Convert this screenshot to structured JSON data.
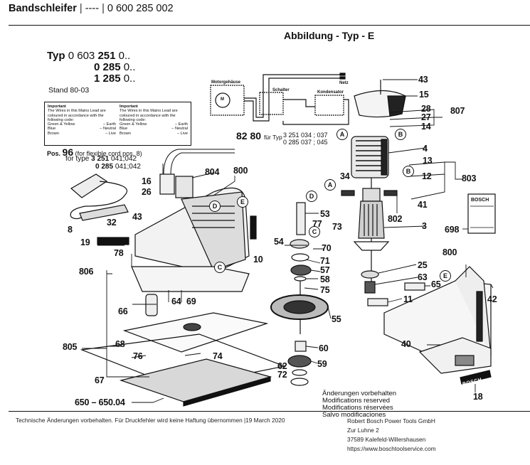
{
  "header": {
    "product_name": "Bandschleifer",
    "separator1": " | ",
    "variant": "----",
    "separator2": " | ",
    "part_number": "0 600 285 002"
  },
  "figure": {
    "title": "Abbildung - Typ - E"
  },
  "type_block": {
    "label": "Typ",
    "rows": [
      {
        "prefix": "0 603",
        "bold": "251",
        "suffix": "0.."
      },
      {
        "prefix": "",
        "bold": "0 285",
        "suffix": "0.."
      },
      {
        "prefix": "",
        "bold": "1 285",
        "suffix": "0.."
      }
    ],
    "stand": "Stand 80-03"
  },
  "important_box": {
    "columns": [
      {
        "title": "Important",
        "text": "The Wires in this Mains Lead are coloured in accordance with the following code:",
        "codes": [
          {
            "color": "Green & Yellow",
            "meaning": "– Earth"
          },
          {
            "color": "Blue",
            "meaning": "– Neutral"
          },
          {
            "color": "Brown",
            "meaning": "– Live"
          }
        ]
      },
      {
        "title": "Important",
        "text": "The Wires in this Mains Lead are coloured in accordance with the following code:",
        "codes": [
          {
            "color": "Green & Yellow",
            "meaning": "– Earth"
          },
          {
            "color": "Blue",
            "meaning": "– Neutral"
          },
          {
            "color": "Brown",
            "meaning": "– Live"
          }
        ]
      }
    ]
  },
  "pos96": {
    "label": "Pos.",
    "number": "96",
    "note": "(for flexible cord pos. 8)",
    "for_type": "for type",
    "types": [
      {
        "bold": "3 251",
        "suffix": "041;042"
      },
      {
        "bold": "0 285",
        "suffix": "041;042"
      }
    ]
  },
  "fuer_typ": {
    "parts": "82  80",
    "label": "für Typ",
    "types": [
      "3 251 034 ; 037",
      "0 285 037 ; 045"
    ]
  },
  "wiring": {
    "motor_housing": "Motorgehäuse",
    "motor": "M",
    "switch": "Schalter",
    "capacitor": "Kondensator",
    "mains": "Netz"
  },
  "detail_markers": [
    "A",
    "B",
    "C",
    "D",
    "E"
  ],
  "callouts": [
    {
      "id": "43a",
      "label": "43"
    },
    {
      "id": "15",
      "label": "15"
    },
    {
      "id": "28",
      "label": "28"
    },
    {
      "id": "807",
      "label": "807"
    },
    {
      "id": "27",
      "label": "27"
    },
    {
      "id": "14",
      "label": "14"
    },
    {
      "id": "4",
      "label": "4"
    },
    {
      "id": "13",
      "label": "13"
    },
    {
      "id": "12",
      "label": "12"
    },
    {
      "id": "803",
      "label": "803"
    },
    {
      "id": "41",
      "label": "41"
    },
    {
      "id": "802",
      "label": "802"
    },
    {
      "id": "3",
      "label": "3"
    },
    {
      "id": "698",
      "label": "698"
    },
    {
      "id": "34",
      "label": "34"
    },
    {
      "id": "53",
      "label": "53"
    },
    {
      "id": "77",
      "label": "77"
    },
    {
      "id": "73",
      "label": "73"
    },
    {
      "id": "54",
      "label": "54"
    },
    {
      "id": "70",
      "label": "70"
    },
    {
      "id": "71",
      "label": "71"
    },
    {
      "id": "57",
      "label": "57"
    },
    {
      "id": "58",
      "label": "58"
    },
    {
      "id": "75",
      "label": "75"
    },
    {
      "id": "55",
      "label": "55"
    },
    {
      "id": "60",
      "label": "60"
    },
    {
      "id": "59",
      "label": "59"
    },
    {
      "id": "62",
      "label": "62"
    },
    {
      "id": "72",
      "label": "72"
    },
    {
      "id": "25",
      "label": "25"
    },
    {
      "id": "63",
      "label": "63"
    },
    {
      "id": "65",
      "label": "65"
    },
    {
      "id": "11",
      "label": "11"
    },
    {
      "id": "40",
      "label": "40"
    },
    {
      "id": "800b",
      "label": "800"
    },
    {
      "id": "42",
      "label": "42"
    },
    {
      "id": "18",
      "label": "18"
    },
    {
      "id": "16",
      "label": "16"
    },
    {
      "id": "804",
      "label": "804"
    },
    {
      "id": "800a",
      "label": "800"
    },
    {
      "id": "26",
      "label": "26"
    },
    {
      "id": "43b",
      "label": "43"
    },
    {
      "id": "8",
      "label": "8"
    },
    {
      "id": "32",
      "label": "32"
    },
    {
      "id": "19",
      "label": "19"
    },
    {
      "id": "78",
      "label": "78"
    },
    {
      "id": "10",
      "label": "10"
    },
    {
      "id": "806",
      "label": "806"
    },
    {
      "id": "66",
      "label": "66"
    },
    {
      "id": "64",
      "label": "64"
    },
    {
      "id": "69",
      "label": "69"
    },
    {
      "id": "68",
      "label": "68"
    },
    {
      "id": "805",
      "label": "805"
    },
    {
      "id": "76",
      "label": "76"
    },
    {
      "id": "74",
      "label": "74"
    },
    {
      "id": "67",
      "label": "67"
    },
    {
      "id": "650",
      "label": "650 – 650.04"
    }
  ],
  "brand": {
    "manual": "BOSCH",
    "plate": "BOSCH"
  },
  "modifications": [
    "Änderungen vorbehalten",
    "Modifications reserved",
    "Modifications réservées",
    "Salvo modificaciones"
  ],
  "footer": {
    "disclaimer": "Technische Änderungen vorbehalten. Für Druckfehler wird keine Haftung übernommen |19 March 2020",
    "company": "Robert Bosch Power Tools GmbH",
    "street": "Zur Luhne 2",
    "city": "37589 Kalefeld-Willershausen",
    "url": "https://www.boschtoolservice.com"
  }
}
